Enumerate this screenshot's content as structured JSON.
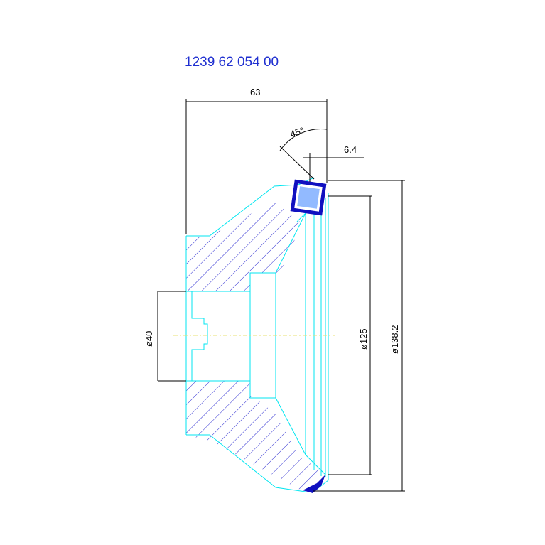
{
  "drawing": {
    "part_number": "1239 62 054 00",
    "dimensions": {
      "overall_width": "63",
      "chamfer_angle": "45°",
      "chamfer_offset": "6.4",
      "bore_diameter": "ø40",
      "inner_diameter": "ø125",
      "outer_diameter": "ø138.2"
    },
    "colors": {
      "part_number_text": "#1f2fd0",
      "outline": "#00e6f0",
      "hatch": "#2a2ad0",
      "dimension": "#000000",
      "centerline": "#e8e070",
      "diamond_coating": "#1010c0"
    }
  }
}
